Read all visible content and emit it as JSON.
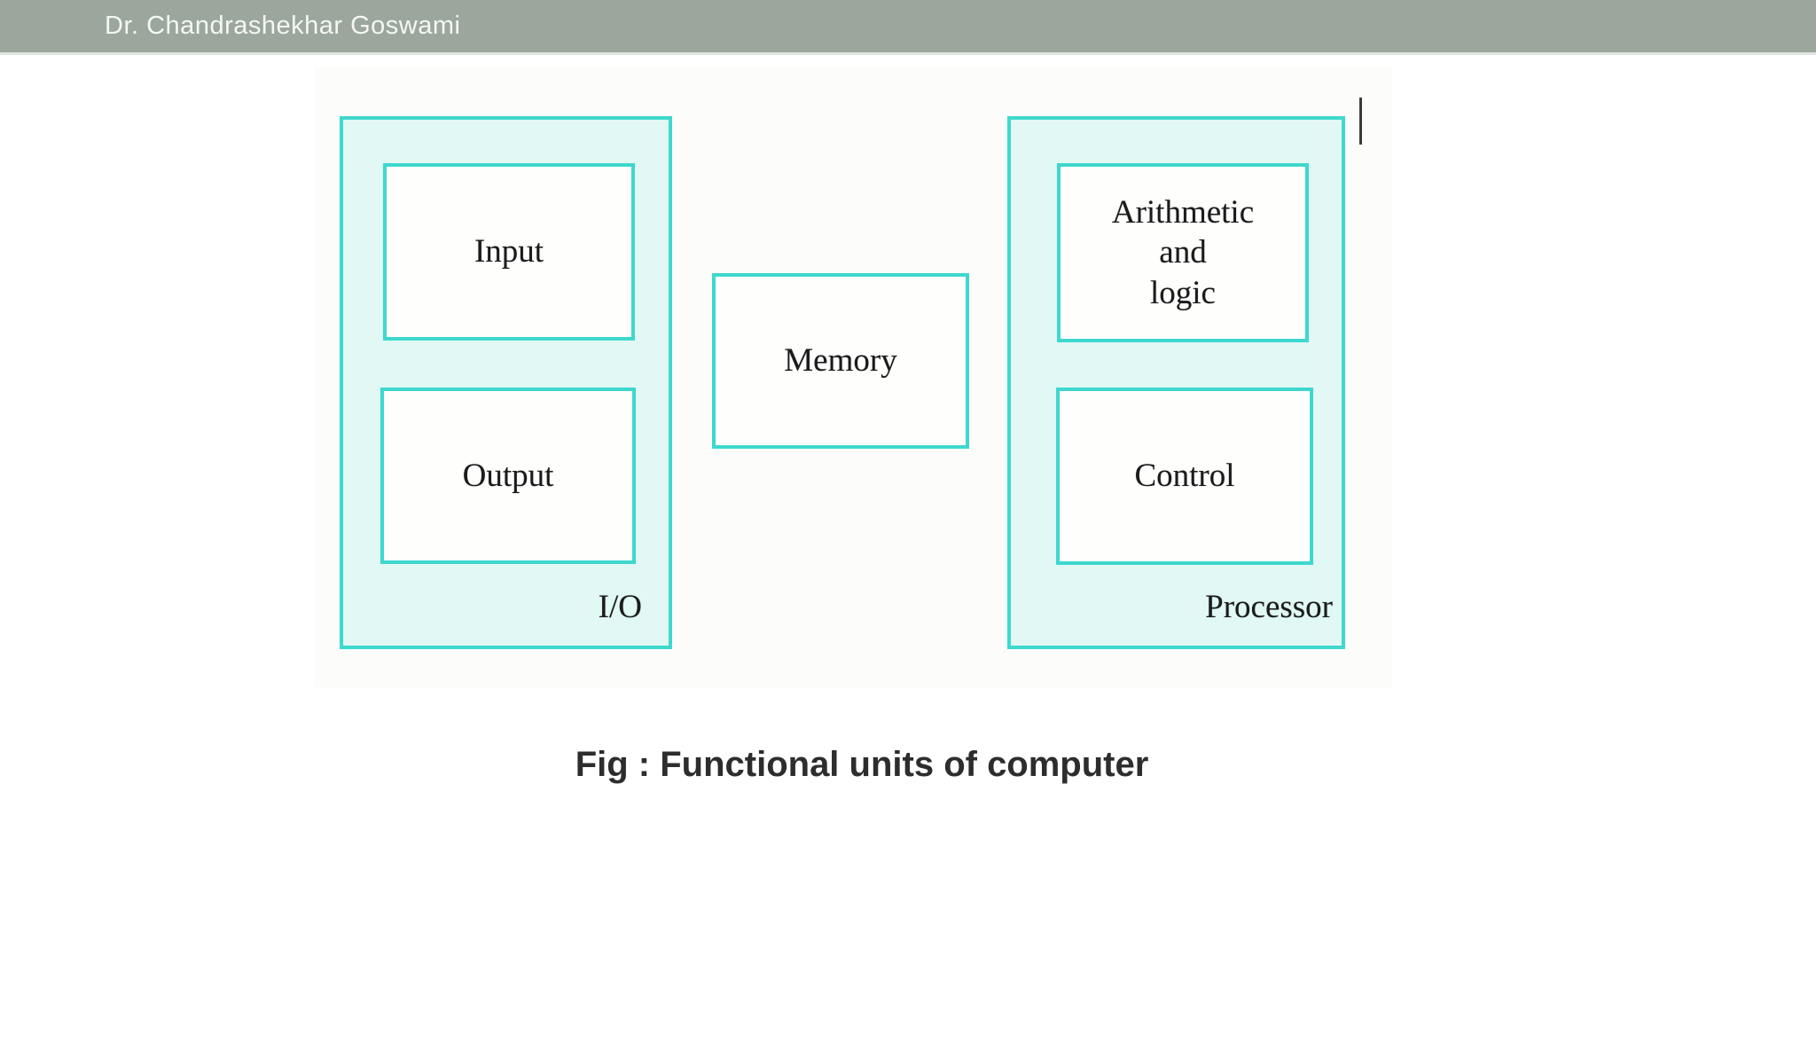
{
  "header": {
    "presenter_name": "Dr. Chandrashekhar Goswami"
  },
  "figure": {
    "caption": "Fig : Functional units of computer",
    "groups": {
      "io": {
        "label": "I/O",
        "units": {
          "input": "Input",
          "output": "Output"
        }
      },
      "memory": {
        "label": "Memory"
      },
      "processor": {
        "label": "Processor",
        "units": {
          "alu_lines": [
            "Arithmetic",
            "and",
            "logic"
          ],
          "control": "Control"
        }
      }
    },
    "colors": {
      "header_bar": "#9BA79D",
      "box_border": "#3ED8CE",
      "group_fill": "#E1F8F5",
      "unit_fill": "#FEFEFD",
      "label_ink": "#1B1B1B",
      "caption_ink": "#2D2D2D"
    },
    "icons": {
      "text_cursor": "text-insertion-caret"
    }
  }
}
